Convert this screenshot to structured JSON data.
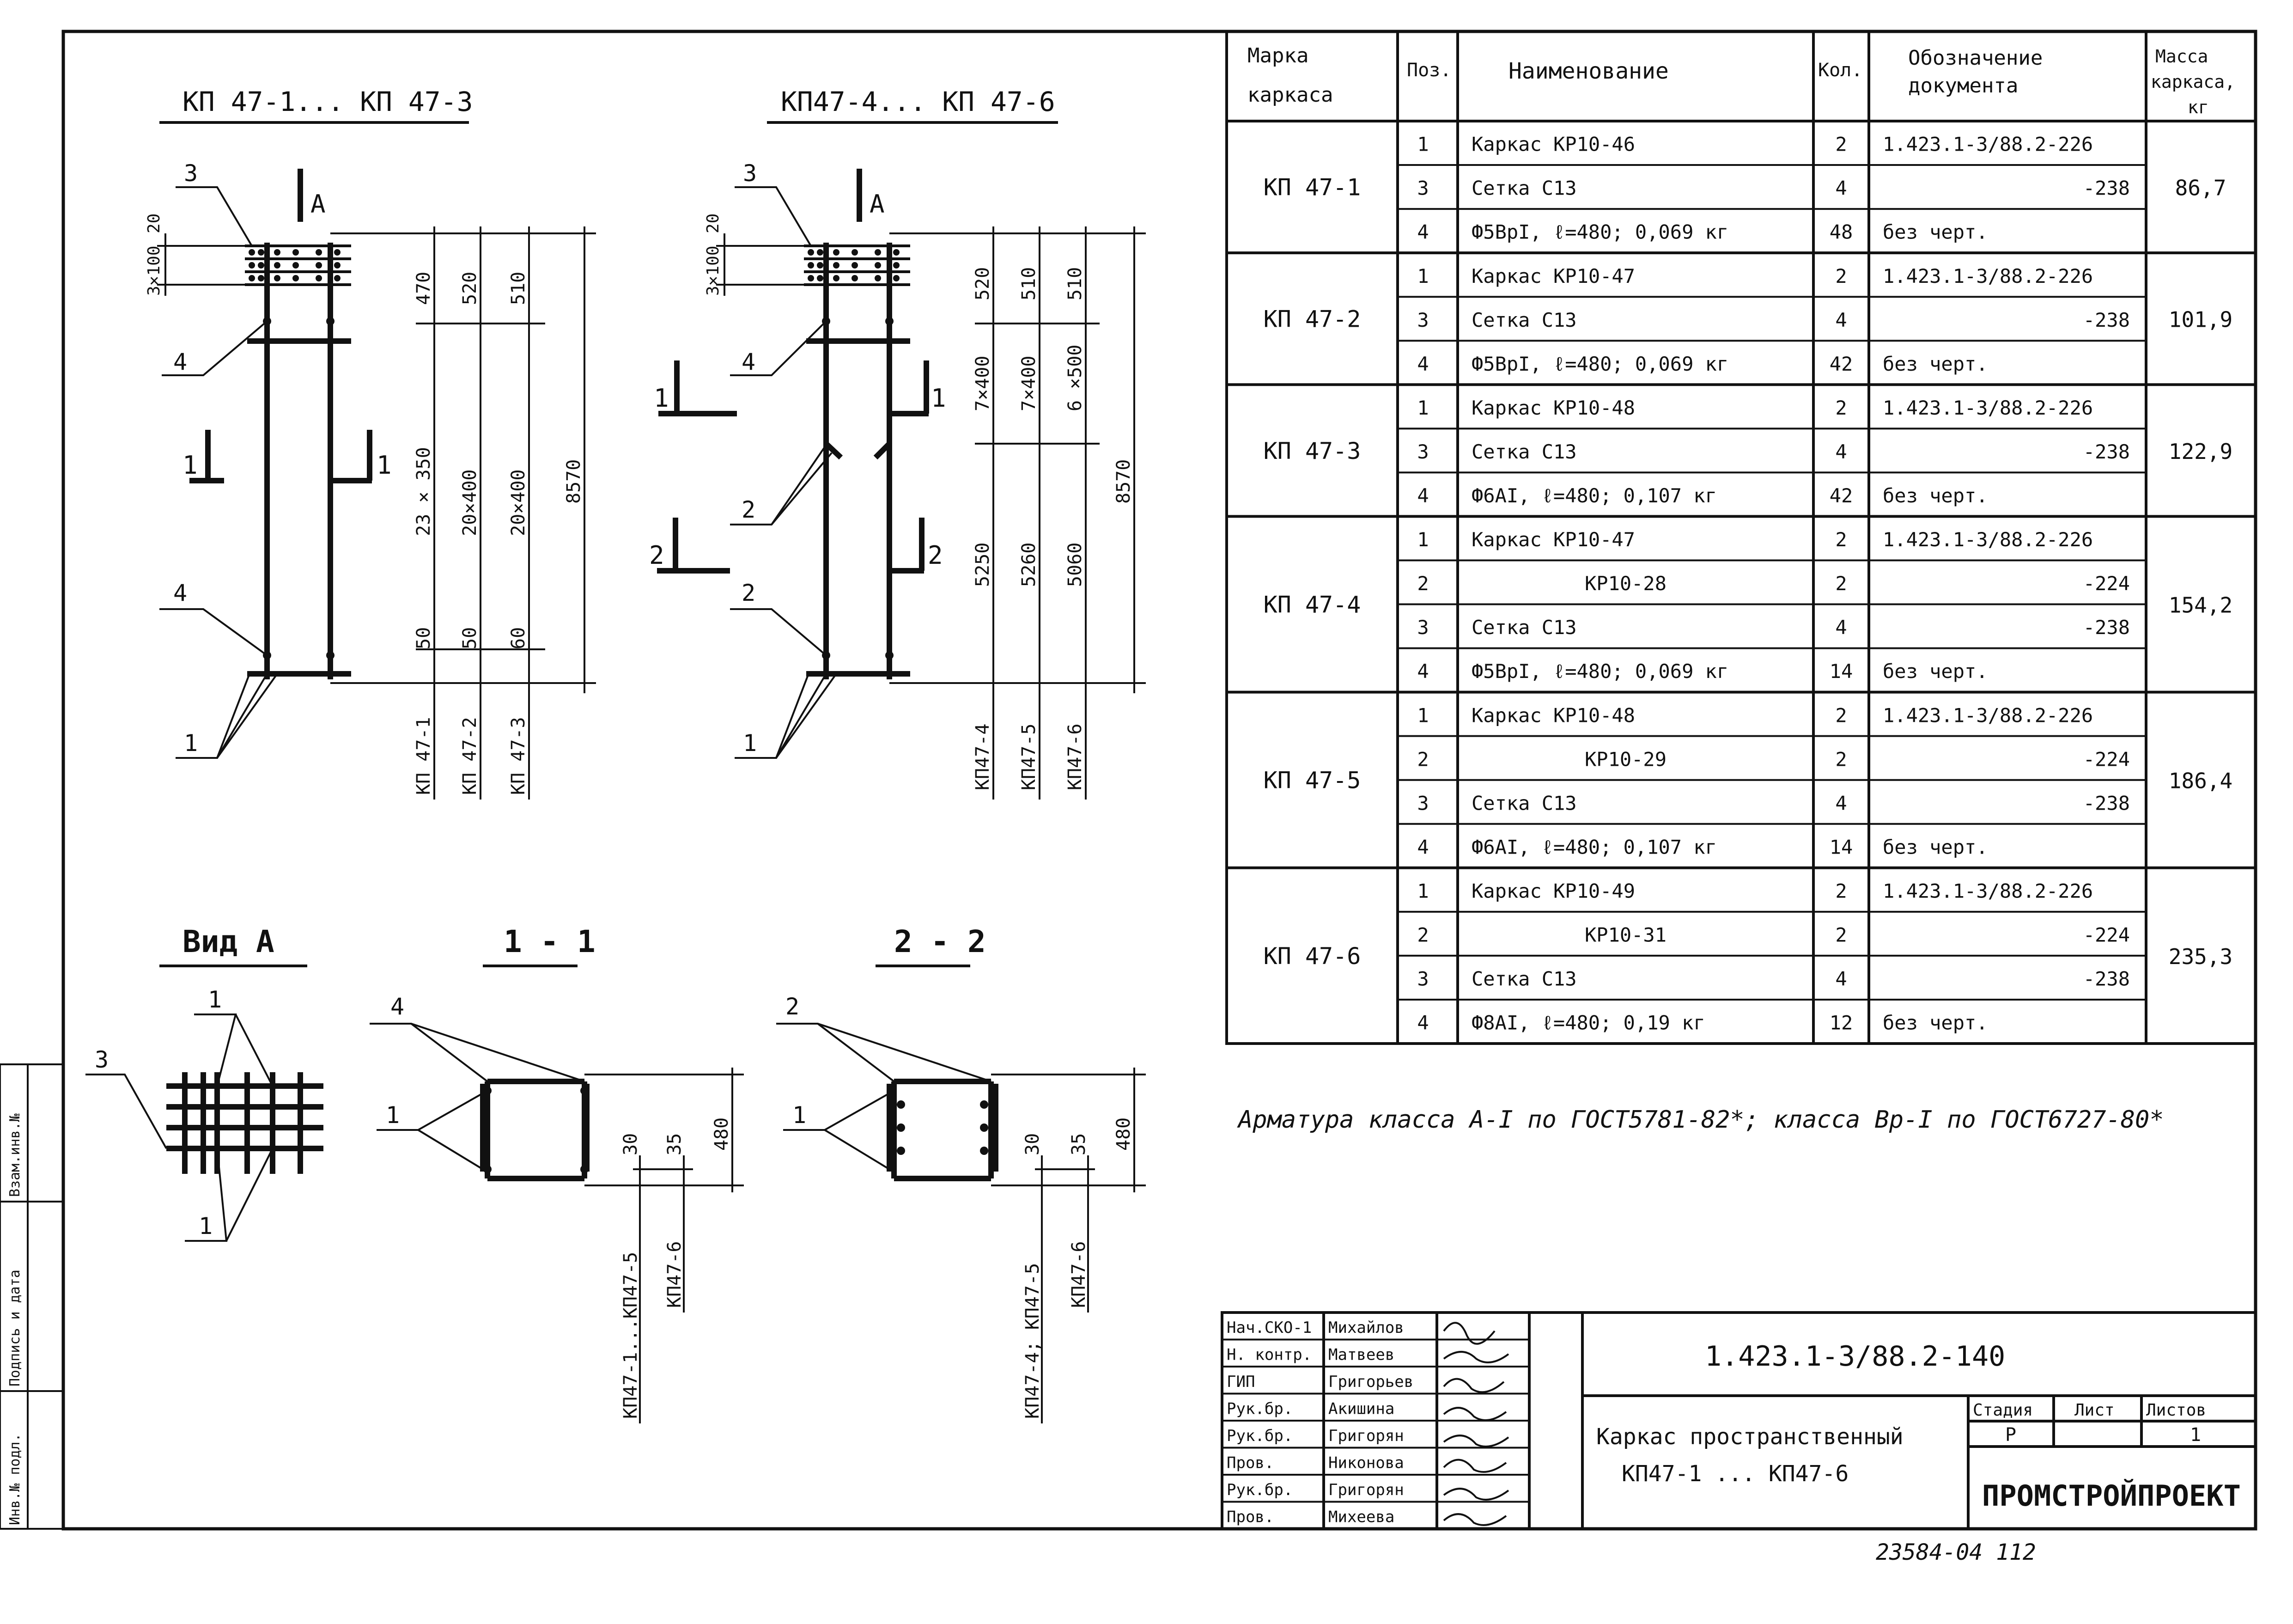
{
  "views": {
    "a_title": "КП 47-1... КП 47-3",
    "b_title": "КП47-4... КП 47-6",
    "vid_a": "Вид А",
    "sec11": "1 - 1",
    "sec22": "2 - 2"
  },
  "elevA": {
    "marker_A": "А",
    "callouts": [
      "3",
      "4",
      "4",
      "1"
    ],
    "cut1_left": "1",
    "cut1_right": "1",
    "dim_left": [
      "20",
      "3×100"
    ],
    "dims": [
      {
        "top": "470",
        "mid": "23 × 350",
        "bot": "50"
      },
      {
        "top": "520",
        "mid": "20×400",
        "bot": "50"
      },
      {
        "top": "510",
        "mid": "20×400",
        "bot": "60"
      }
    ],
    "overall": "8570",
    "marks": [
      "КП 47-1",
      "КП 47-2",
      "КП 47-3"
    ]
  },
  "elevB": {
    "marker_A": "А",
    "callouts": [
      "3",
      "4",
      "2",
      "2",
      "1"
    ],
    "cut1_left": "1",
    "cut1_right": "1",
    "cut2_left": "2",
    "cut2_right": "2",
    "dim_left": [
      "20",
      "3×100"
    ],
    "dims": [
      {
        "top": "520",
        "mid": "7×400",
        "bot": "5250"
      },
      {
        "top": "510",
        "mid": "7×400",
        "bot": "5260"
      },
      {
        "top": "510",
        "mid": "6 ×500",
        "bot": "5060"
      }
    ],
    "overall": "8570",
    "marks": [
      "КП47-4",
      "КП47-5",
      "КП47-6"
    ]
  },
  "vidA": {
    "callouts": [
      "3",
      "1",
      "1"
    ]
  },
  "sec1": {
    "callouts": [
      "4",
      "1"
    ],
    "dims": [
      "30",
      "35",
      "480"
    ],
    "marks": [
      "КП47-1...КП47-5",
      "КП47-6"
    ]
  },
  "sec2": {
    "callouts": [
      "2",
      "1"
    ],
    "dims": [
      "30",
      "35",
      "480"
    ],
    "marks": [
      "КП47-4; КП47-5",
      "КП47-6"
    ]
  },
  "spec": {
    "headers": {
      "marka": [
        "Марка",
        "каркаса"
      ],
      "poz": "Поз.",
      "naim": "Наименование",
      "kol": "Кол.",
      "obozn": [
        "Обозначение",
        "документа"
      ],
      "massa": [
        "Масса",
        "каркаса,",
        "кг"
      ]
    },
    "groups": [
      {
        "marka": "КП 47-1",
        "massa": "86,7",
        "rows": [
          {
            "poz": "1",
            "naim": "Каркас КР10-46",
            "kol": "2",
            "doc": "1.423.1-3/88.2-226"
          },
          {
            "poz": "3",
            "naim": "Сетка С13",
            "kol": "4",
            "doc": "-238"
          },
          {
            "poz": "4",
            "naim": "Ф5ВрI, ℓ=480; 0,069 кг",
            "kol": "48",
            "doc": "без черт."
          }
        ]
      },
      {
        "marka": "КП 47-2",
        "massa": "101,9",
        "rows": [
          {
            "poz": "1",
            "naim": "Каркас КР10-47",
            "kol": "2",
            "doc": "1.423.1-3/88.2-226"
          },
          {
            "poz": "3",
            "naim": "Сетка С13",
            "kol": "4",
            "doc": "-238"
          },
          {
            "poz": "4",
            "naim": "Ф5ВрI, ℓ=480; 0,069 кг",
            "kol": "42",
            "doc": "без черт."
          }
        ]
      },
      {
        "marka": "КП 47-3",
        "massa": "122,9",
        "rows": [
          {
            "poz": "1",
            "naim": "Каркас КР10-48",
            "kol": "2",
            "doc": "1.423.1-3/88.2-226"
          },
          {
            "poz": "3",
            "naim": "Сетка С13",
            "kol": "4",
            "doc": "-238"
          },
          {
            "poz": "4",
            "naim": "Ф6АI, ℓ=480; 0,107 кг",
            "kol": "42",
            "doc": "без черт."
          }
        ]
      },
      {
        "marka": "КП 47-4",
        "massa": "154,2",
        "rows": [
          {
            "poz": "1",
            "naim": "Каркас КР10-47",
            "kol": "2",
            "doc": "1.423.1-3/88.2-226"
          },
          {
            "poz": "2",
            "naim": "КР10-28",
            "kol": "2",
            "doc": "-224"
          },
          {
            "poz": "3",
            "naim": "Сетка С13",
            "kol": "4",
            "doc": "-238"
          },
          {
            "poz": "4",
            "naim": "Ф5ВрI, ℓ=480; 0,069 кг",
            "kol": "14",
            "doc": "без черт."
          }
        ]
      },
      {
        "marka": "КП 47-5",
        "massa": "186,4",
        "rows": [
          {
            "poz": "1",
            "naim": "Каркас КР10-48",
            "kol": "2",
            "doc": "1.423.1-3/88.2-226"
          },
          {
            "poz": "2",
            "naim": "КР10-29",
            "kol": "2",
            "doc": "-224"
          },
          {
            "poz": "3",
            "naim": "Сетка С13",
            "kol": "4",
            "doc": "-238"
          },
          {
            "poz": "4",
            "naim": "Ф6АI, ℓ=480; 0,107 кг",
            "kol": "14",
            "doc": "без черт."
          }
        ]
      },
      {
        "marka": "КП 47-6",
        "massa": "235,3",
        "rows": [
          {
            "poz": "1",
            "naim": "Каркас КР10-49",
            "kol": "2",
            "doc": "1.423.1-3/88.2-226"
          },
          {
            "poz": "2",
            "naim": "КР10-31",
            "kol": "2",
            "doc": "-224"
          },
          {
            "poz": "3",
            "naim": "Сетка С13",
            "kol": "4",
            "doc": "-238"
          },
          {
            "poz": "4",
            "naim": "Ф8АI, ℓ=480; 0,19 кг",
            "kol": "12",
            "doc": "без черт."
          }
        ]
      }
    ]
  },
  "note": "Арматура класса А-I по ГОСТ5781-82*; класса Вр-I по ГОСТ6727-80*",
  "stamp": {
    "people": [
      {
        "role": "Нач.СКО-1",
        "name": "Михайлов"
      },
      {
        "role": "Н. контр.",
        "name": "Матвеев"
      },
      {
        "role": "ГИП",
        "name": "Григорьев"
      },
      {
        "role": "Рук.бр.",
        "name": "Акишина"
      },
      {
        "role": "Рук.бр.",
        "name": "Григорян"
      },
      {
        "role": "Пров.",
        "name": "Никонова"
      },
      {
        "role": "Рук.бр.",
        "name": "Григорян"
      },
      {
        "role": "Пров.",
        "name": "Михеева"
      }
    ],
    "code": "1.423.1-3/88.2-140",
    "title_line1": "Каркас пространственный",
    "title_line2": "КП47-1 ... КП47-6",
    "stadia_label": "Стадия",
    "stadia": "Р",
    "list_label": "Лист",
    "list": "",
    "listov_label": "Листов",
    "listov": "1",
    "org": "ПРОМСТРОЙПРОЕКТ"
  },
  "side_stamp": [
    "Взам.инв.№",
    "Подпись и дата",
    "Инв.№ подл."
  ],
  "footer": "23584-04   112"
}
